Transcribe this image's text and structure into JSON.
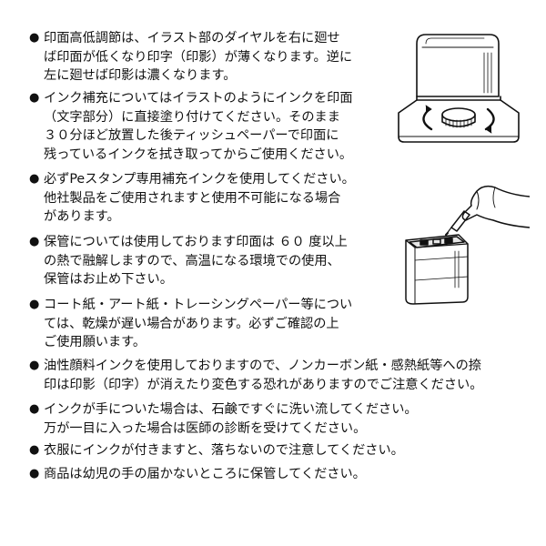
{
  "bullet_glyph": "●",
  "notes": [
    {
      "id": "p1",
      "lines": [
        "印面高低調節は、イラスト部のダイヤルを右に廻せ",
        "ば印面が低くなり印字（印影）が薄くなります。逆に",
        "左に廻せば印影は濃くなります。"
      ]
    },
    {
      "id": "p2",
      "lines": [
        "インク補充についてはイラストのようにインクを印面",
        "（文字部分）に直接塗り付けてください。そのまま",
        "３０分ほど放置した後ティッシュペーパーで印面に",
        "残っているインクを拭き取ってからご使用ください。"
      ]
    },
    {
      "id": "p3",
      "lines": [
        "必ずPeスタンプ専用補充インクを使用してください。",
        "他社製品をご使用されますと使用不可能になる場合",
        "があります。"
      ]
    },
    {
      "id": "p4",
      "lines": [
        "保管については使用しております印面は ６０ 度以上",
        "の熱で融解しますので、高温になる環境での使用、",
        "保管はお止め下さい。"
      ]
    },
    {
      "id": "p5",
      "lines": [
        "コート紙・アート紙・トレーシングペーパー等につい",
        "ては、乾燥が遅い場合があります。必ずご確認の上",
        "ご使用願います。"
      ]
    },
    {
      "id": "p6",
      "lines": [
        "油性顔料インクを使用しておりますので、ノンカーボン紙・感熱紙等への捺",
        "印は印影（印字）が消えたり変色する恐れがありますのでご注意ください。"
      ]
    },
    {
      "id": "p7",
      "lines": [
        "インクが手についた場合は、石鹸ですぐに洗い流してください。",
        "万が一目に入った場合は医師の診断を受けてください。"
      ]
    },
    {
      "id": "p8",
      "lines": [
        "衣服にインクが付きますと、落ちないので注意してください。"
      ]
    },
    {
      "id": "p9",
      "lines": [
        "商品は幼児の手の届かないところに保管してください。"
      ]
    }
  ],
  "illustrations": [
    {
      "id": "stamp-dial",
      "icon": "stamp-dial-adjust-icon"
    },
    {
      "id": "ink-refill",
      "icon": "ink-refill-hand-icon"
    }
  ]
}
